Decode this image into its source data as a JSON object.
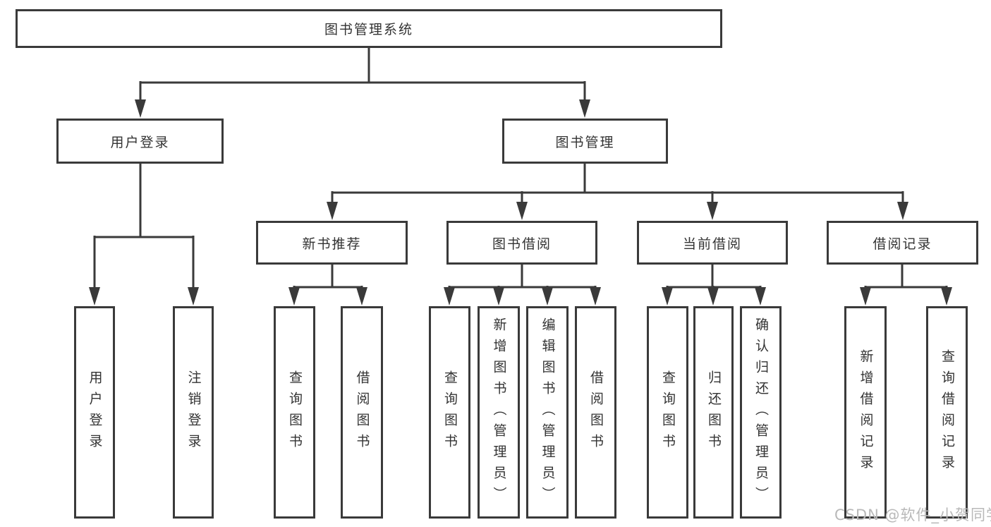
{
  "diagram": {
    "type": "hierarchy-tree",
    "nodes": {
      "root": "图书管理系统",
      "l2": [
        {
          "label": "用户登录"
        },
        {
          "label": "图书管理"
        }
      ],
      "l3": [
        {
          "label": "新书推荐"
        },
        {
          "label": "图书借阅"
        },
        {
          "label": "当前借阅"
        },
        {
          "label": "借阅记录"
        }
      ],
      "leaves": {
        "user": [
          "用户登录",
          "注销登录"
        ],
        "newbook": [
          "查询图书",
          "借阅图书"
        ],
        "borrow": [
          "查询图书",
          "新增图书（管理员）",
          "编辑图书（管理员）",
          "借阅图书"
        ],
        "current": [
          "查询图书",
          "归还图书",
          "确认归还（管理员）"
        ],
        "records": [
          "新增借阅记录",
          "查询借阅记录"
        ]
      }
    },
    "edges": [
      [
        "图书管理系统",
        "用户登录"
      ],
      [
        "图书管理系统",
        "图书管理"
      ],
      [
        "用户登录",
        "用户登录(叶)"
      ],
      [
        "用户登录",
        "注销登录"
      ],
      [
        "图书管理",
        "新书推荐"
      ],
      [
        "图书管理",
        "图书借阅"
      ],
      [
        "图书管理",
        "当前借阅"
      ],
      [
        "图书管理",
        "借阅记录"
      ],
      [
        "新书推荐",
        "查询图书"
      ],
      [
        "新书推荐",
        "借阅图书"
      ],
      [
        "图书借阅",
        "查询图书"
      ],
      [
        "图书借阅",
        "新增图书（管理员）"
      ],
      [
        "图书借阅",
        "编辑图书（管理员）"
      ],
      [
        "图书借阅",
        "借阅图书"
      ],
      [
        "当前借阅",
        "查询图书"
      ],
      [
        "当前借阅",
        "归还图书"
      ],
      [
        "当前借阅",
        "确认归还（管理员）"
      ],
      [
        "借阅记录",
        "新增借阅记录"
      ],
      [
        "借阅记录",
        "查询借阅记录"
      ]
    ]
  },
  "watermark": "CSDN @软件_小贺同学",
  "colors": {
    "line": "#3a3a3a",
    "box_border": "#3a3a3a",
    "box_fill": "#ffffff",
    "text": "#333333",
    "watermark": "#b9b9b9",
    "background": "#ffffff"
  }
}
